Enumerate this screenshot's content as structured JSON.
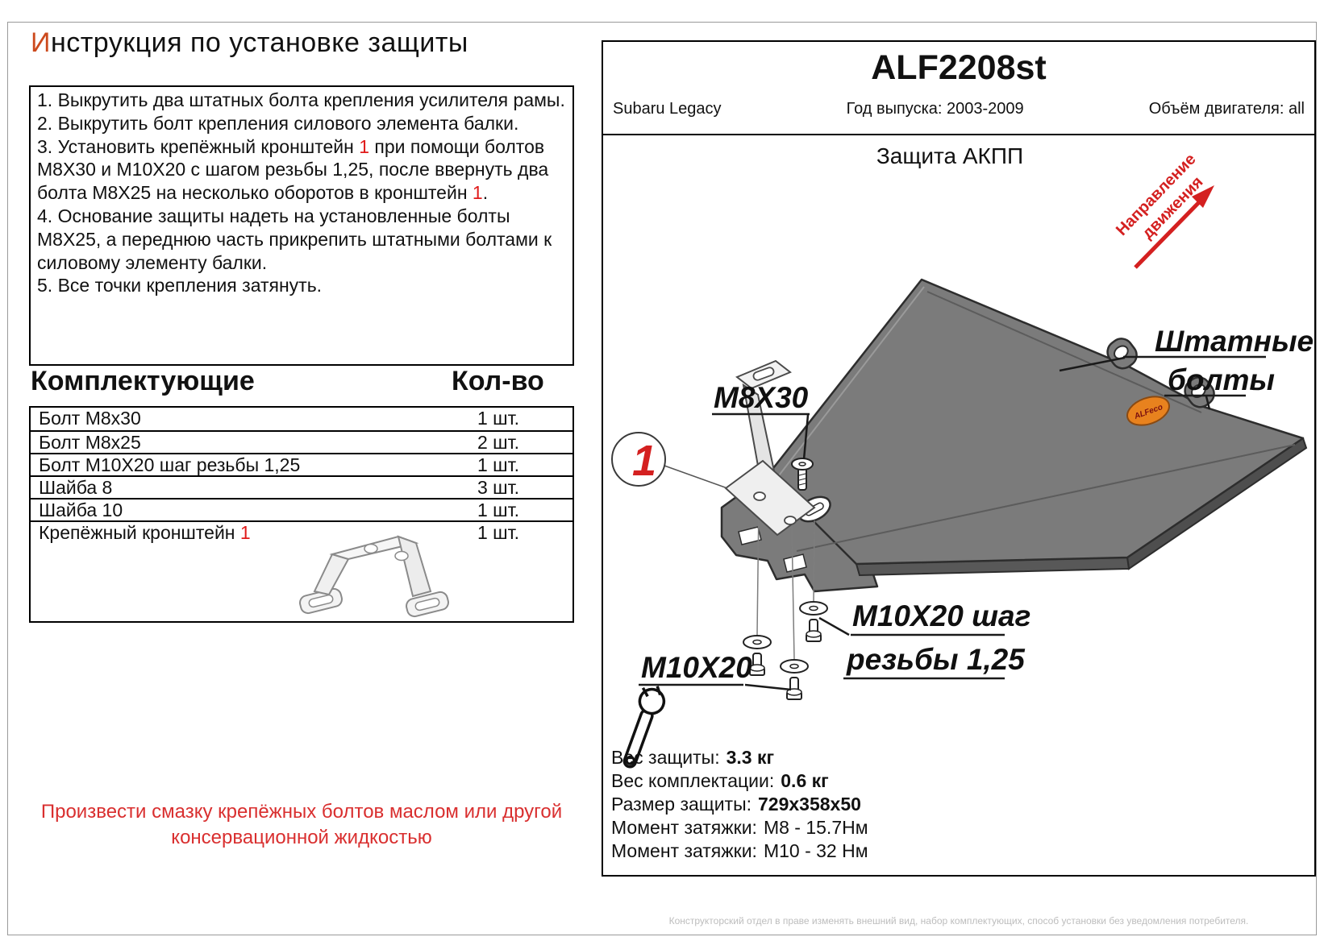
{
  "title": {
    "first_letter": "И",
    "rest": "нструкция по установке защиты"
  },
  "instructions": {
    "items": [
      [
        {
          "t": "1. Выкрутить два штатных болта крепления усилителя рамы."
        }
      ],
      [
        {
          "t": "2. Выкрутить болт крепления силового элемента балки."
        }
      ],
      [
        {
          "t": "3. Установить крепёжный кронштейн "
        },
        {
          "t": "1",
          "red": true
        },
        {
          "t": " при помощи болтов М8Х30 и М10Х20 с шагом резьбы 1,25, после ввернуть два болта М8Х25 на несколько оборотов в кронштейн "
        },
        {
          "t": "1",
          "red": true
        },
        {
          "t": "."
        }
      ],
      [
        {
          "t": "4. Основание защиты надеть на установленные болты М8Х25, а переднюю часть прикрепить штатными болтами к силовому элементу балки."
        }
      ],
      [
        {
          "t": "5. Все точки крепления затянуть."
        }
      ]
    ]
  },
  "components": {
    "heading": "Комплектующие",
    "qty_heading": "Кол-во",
    "rows": [
      {
        "name": [
          {
            "t": "Болт М8х30"
          }
        ],
        "qty": "1 шт."
      },
      {
        "name": [
          {
            "t": "Болт М8х25"
          }
        ],
        "qty": "2 шт."
      },
      {
        "name": [
          {
            "t": "Болт М10Х20 шаг резьбы 1,25"
          }
        ],
        "qty": "1 шт."
      },
      {
        "name": [
          {
            "t": "Шайба 8"
          }
        ],
        "qty": "3 шт."
      },
      {
        "name": [
          {
            "t": "Шайба 10"
          }
        ],
        "qty": "1 шт."
      },
      {
        "name": [
          {
            "t": "Крепёжный кронштейн "
          },
          {
            "t": "1",
            "red": true
          }
        ],
        "qty": "1 шт.",
        "tall": true
      }
    ]
  },
  "warning": "Произвести смазку крепёжных болтов маслом или другой консервационной жидкостью",
  "header": {
    "part_number": "ALF2208st",
    "vehicle": "Subaru Legacy",
    "year": "Год выпуска: 2003-2009",
    "engine": "Объём двигателя: all"
  },
  "diagram": {
    "title": "Защита АКПП",
    "direction_line1": "Направление",
    "direction_line2": "движения",
    "labels": {
      "bolt_m8x30": "M8X30",
      "stock_bolts_line1": "Штатные",
      "stock_bolts_line2": "болты",
      "bolt_m10x20": "M10X20",
      "pitch_line1": "M10X20 шаг",
      "pitch_line2": "резьбы 1,25",
      "bracket_number": "1",
      "logo_text": "ALFeco"
    }
  },
  "specs": {
    "lines": [
      {
        "label": "Вес защиты:",
        "value": "3.3 кг",
        "bold": true
      },
      {
        "label": "Вес комплектации:",
        "value": "0.6 кг",
        "bold": true
      },
      {
        "label": "Размер защиты:",
        "value": "729x358x50",
        "bold": true
      },
      {
        "label": "Момент затяжки:",
        "value": "М8 - 15.7Нм",
        "bold": false
      },
      {
        "label": "Момент затяжки:",
        "value": "М10 - 32 Нм",
        "bold": false
      }
    ]
  },
  "footer": {
    "disclaimer": "Конструкторский отдел в праве изменять внешний вид, набор комплектующих, способ установки без уведомления потребителя."
  },
  "colors": {
    "accent_orange": "#cc4a1d",
    "red": "#d42020",
    "plate_gray": "#7b7b7b",
    "logo_orange": "#e8821e"
  }
}
